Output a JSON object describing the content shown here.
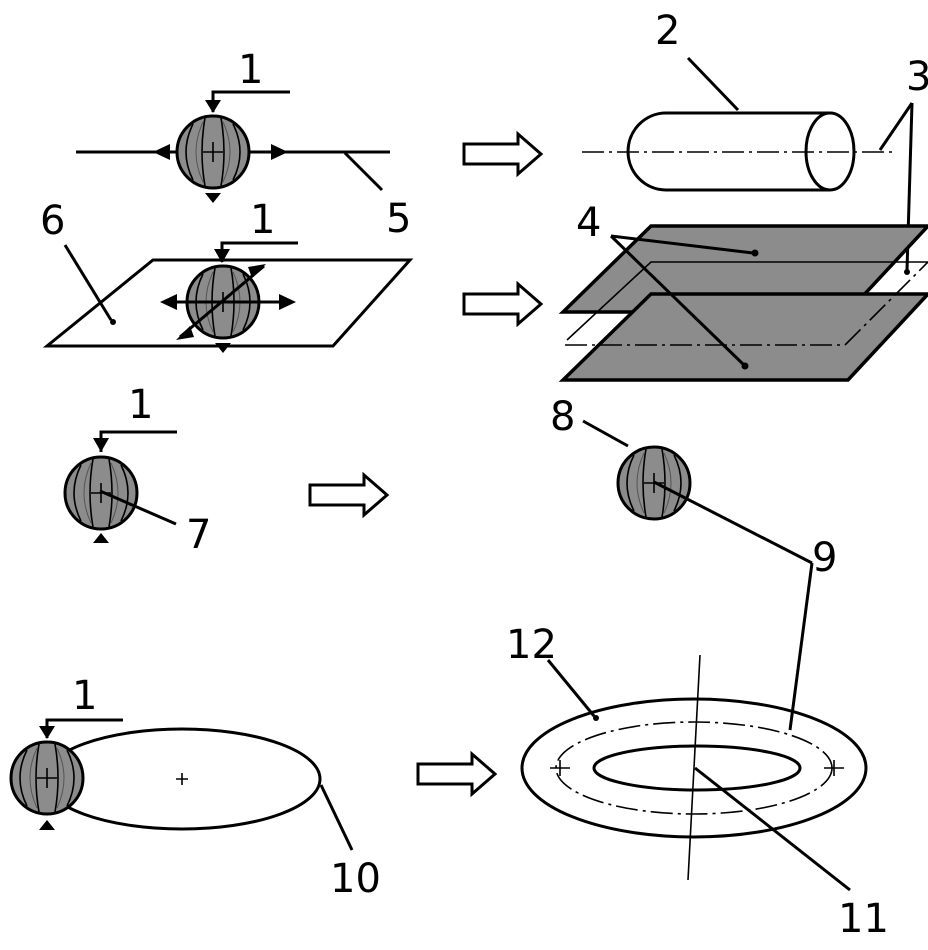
{
  "labels": {
    "l1a": "1",
    "l1b": "1",
    "l1c": "1",
    "l1d": "1",
    "l2": "2",
    "l3": "3",
    "l4": "4",
    "l5": "5",
    "l6": "6",
    "l7": "7",
    "l8": "8",
    "l9": "9",
    "l10": "10",
    "l11": "11",
    "l12": "12"
  },
  "colors": {
    "fill": "#8c8c8c",
    "stroke": "#000000",
    "background": "#ffffff"
  }
}
